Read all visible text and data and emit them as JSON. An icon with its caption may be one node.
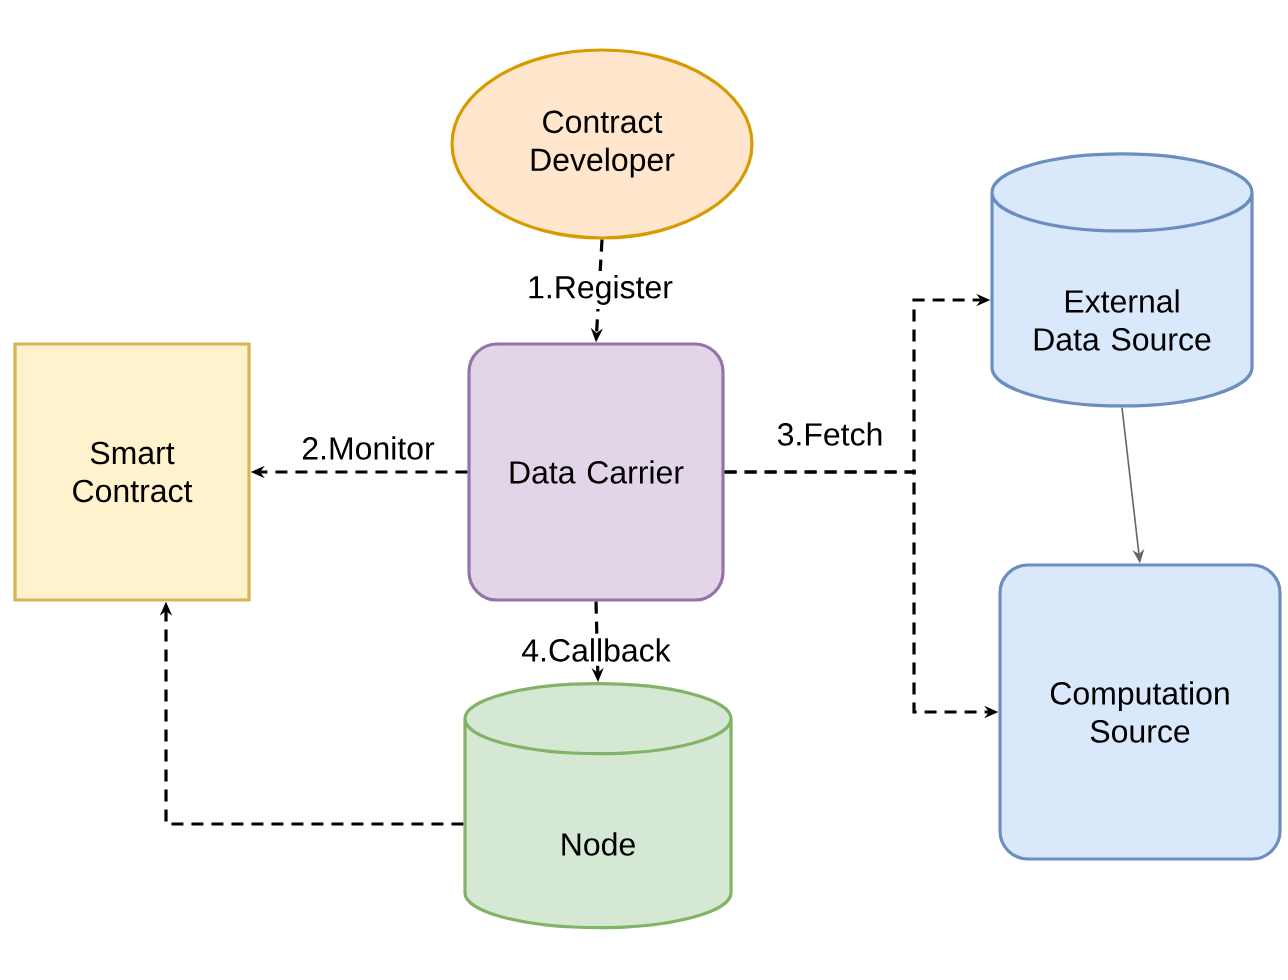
{
  "diagram": {
    "nodes": [
      {
        "text": [
          "Contract Developer"
        ]
      },
      {
        "text": [
          "Smart Contract"
        ]
      },
      {
        "text": [
          "Data Carrier"
        ]
      },
      {
        "text": [
          "External Data Source"
        ]
      },
      {
        "text": [
          "Computation Source"
        ]
      },
      {
        "text": [
          "Node"
        ]
      }
    ],
    "edges": [
      {
        "from": 0,
        "to": 2,
        "arrow": "to",
        "label": "1.Register",
        "style": "dashed"
      },
      {
        "from": 2,
        "to": 1,
        "arrow": "to",
        "label": "2.Monitor",
        "style": "dashed"
      },
      {
        "from": 2,
        "to": 3,
        "arrow": "to",
        "label": "3.Fetch",
        "style": "dashed"
      },
      {
        "from": 2,
        "to": 4,
        "arrow": "to",
        "style": "dashed"
      },
      {
        "from": 2,
        "to": 5,
        "arrow": "to",
        "label": "4.Callback",
        "style": "dashed"
      },
      {
        "from": 5,
        "to": 1,
        "arrow": "to",
        "style": "dashed"
      },
      {
        "from": 3,
        "to": 4,
        "arrow": "to",
        "color": "#666666"
      }
    ]
  }
}
